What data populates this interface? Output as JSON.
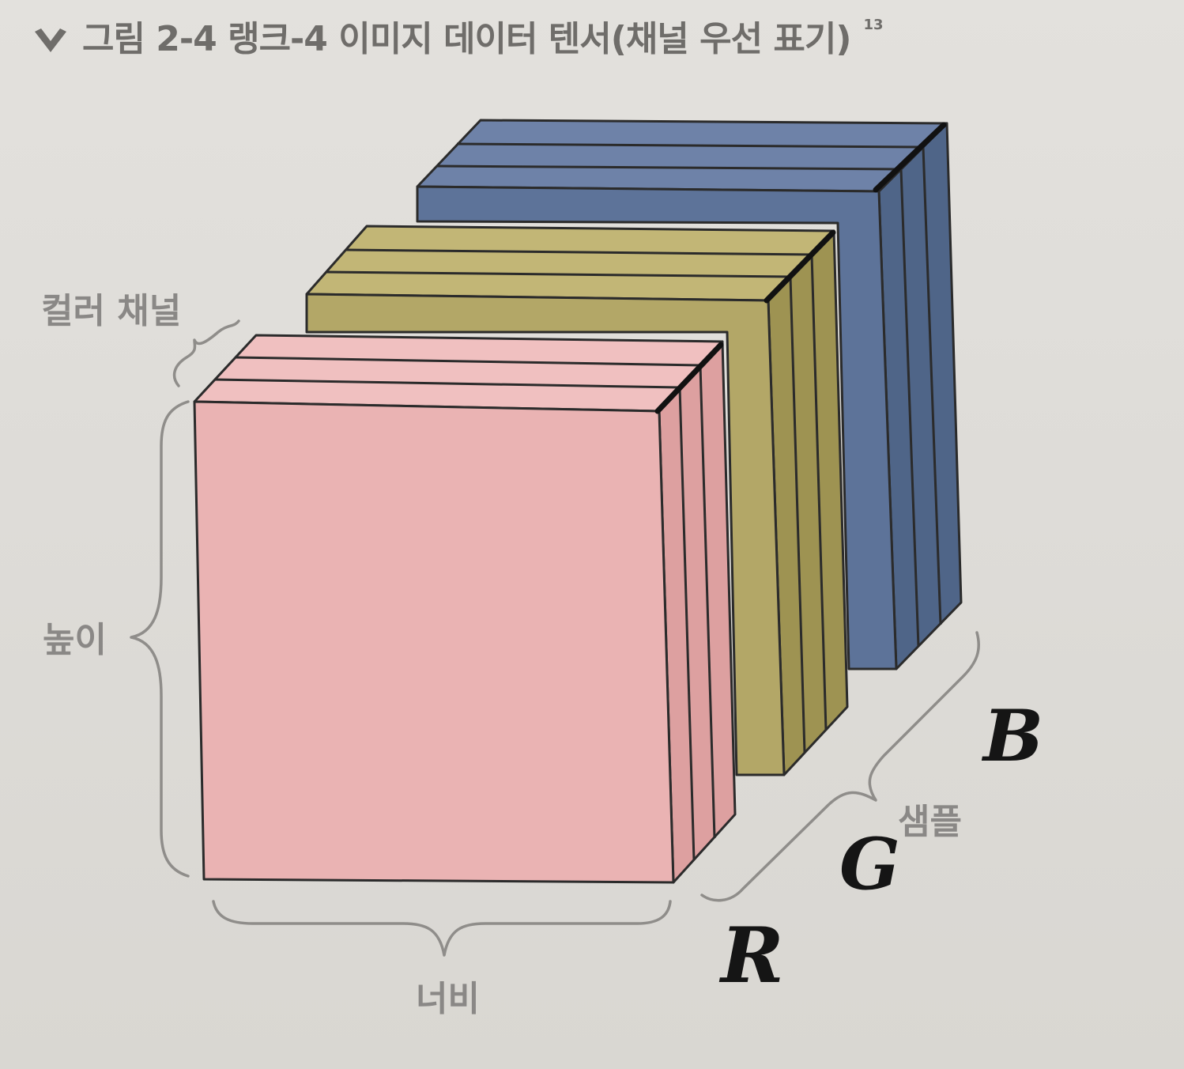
{
  "caption": {
    "title": "그림 2-4  랭크-4 이미지 데이터 텐서(채널 우선 표기)",
    "footnote": "13",
    "icon": "chevron-down-icon"
  },
  "labels": {
    "color_channel": "컬러 채널",
    "height": "높이",
    "width": "너비",
    "samples": "샘플"
  },
  "handwritten": {
    "r": "R",
    "g": "G",
    "b": "B"
  },
  "colors": {
    "red_slab": "#eab3b3",
    "green_slab": "#b3a767",
    "blue_slab": "#5d7399",
    "outline": "#2b2b2b",
    "brace": "#8f8d8a"
  }
}
